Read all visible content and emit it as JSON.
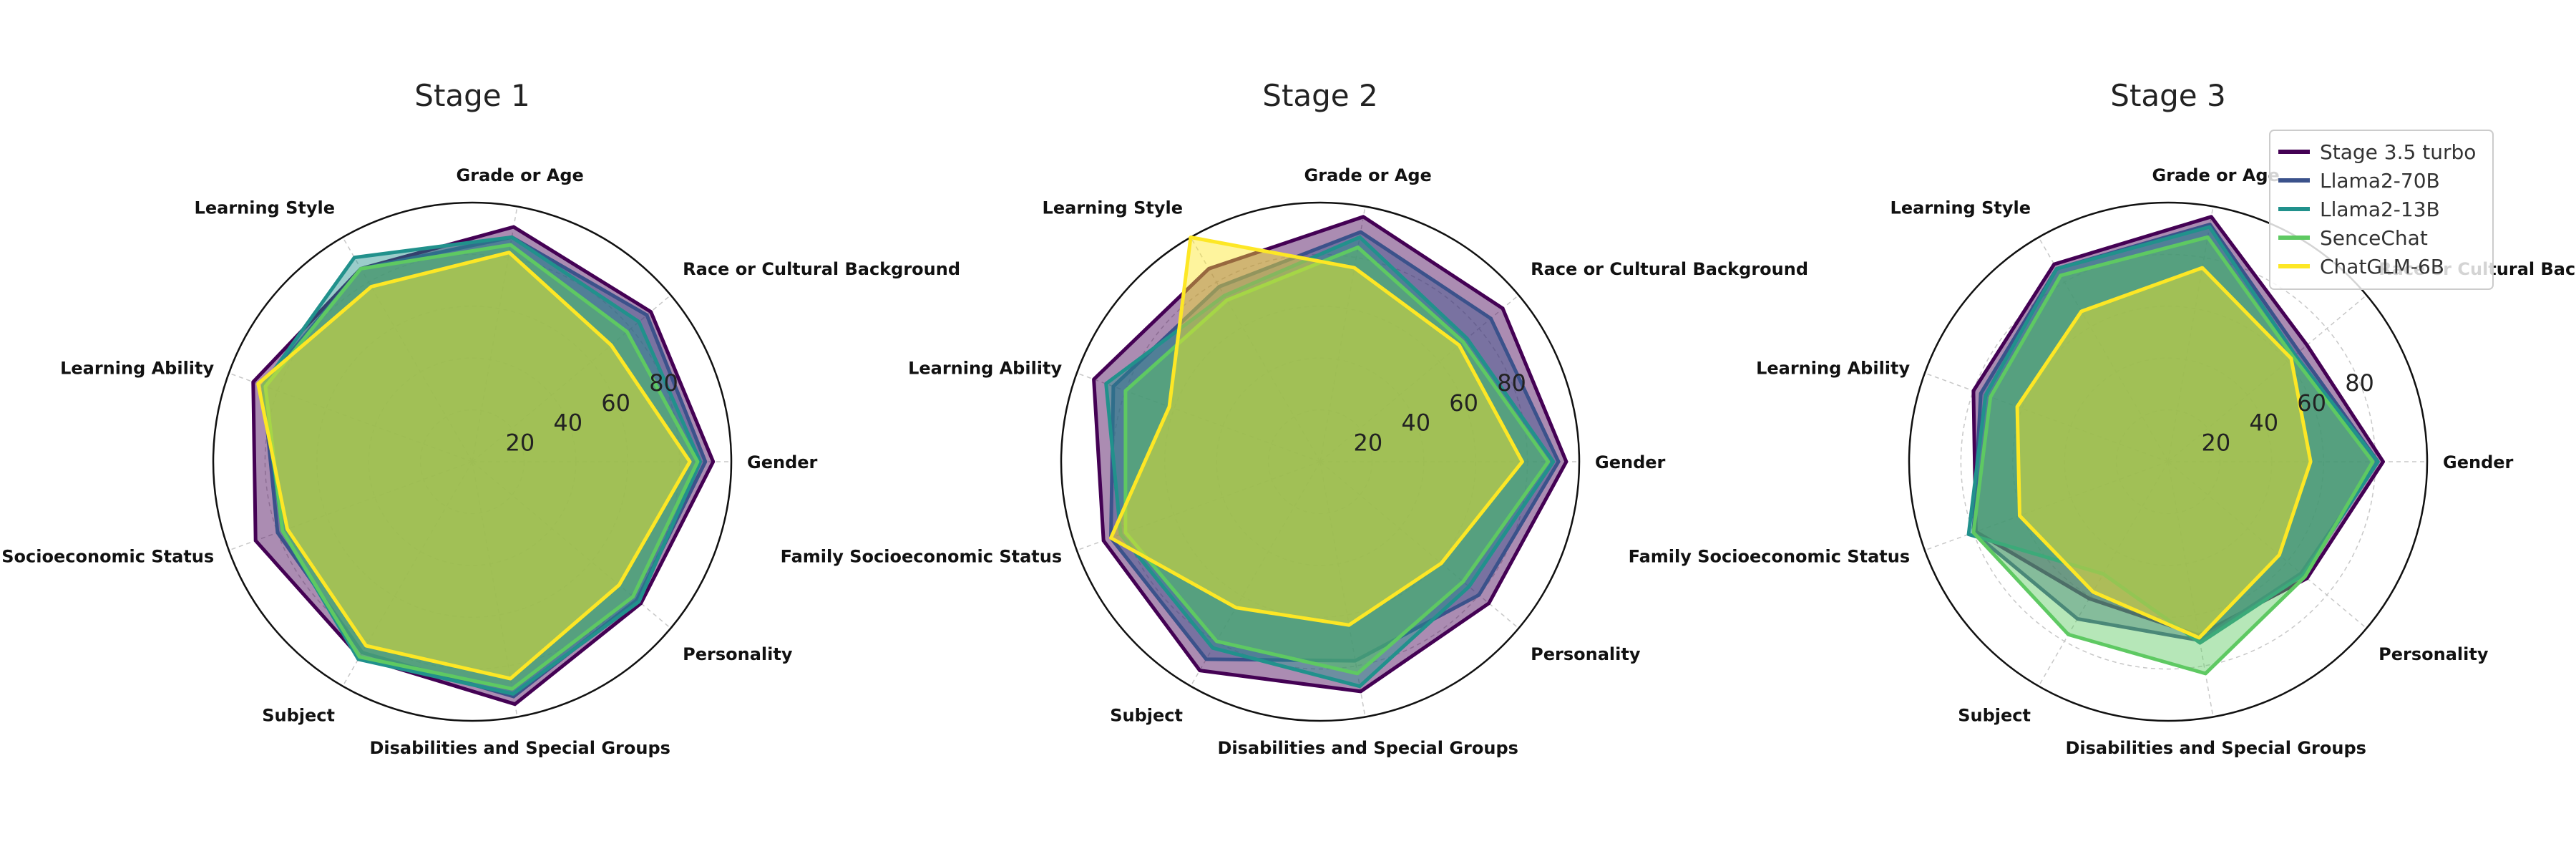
{
  "chart_data": [
    {
      "type": "radar",
      "title": "Stage 1",
      "categories": [
        "Gender",
        "Race or Cultural Background",
        "Grade or Age",
        "Learning Style",
        "Learning Ability",
        "Family Socioeconomic Status",
        "Subject",
        "Disabilities and Special Groups",
        "Personality"
      ],
      "radial_ticks": [
        20,
        40,
        60,
        80
      ],
      "rlim": [
        0,
        100
      ],
      "grid": true,
      "legend": false,
      "series": [
        {
          "name": "Stage 3.5 turbo",
          "values": [
            93,
            90,
            92,
            86,
            90,
            89,
            87,
            95,
            85
          ]
        },
        {
          "name": "Llama2-70B",
          "values": [
            90,
            88,
            88,
            86,
            86,
            80,
            85,
            92,
            83
          ]
        },
        {
          "name": "Llama2-13B",
          "values": [
            88,
            84,
            88,
            91,
            86,
            78,
            88,
            91,
            84
          ]
        },
        {
          "name": "SenceChat",
          "values": [
            87,
            78,
            85,
            86,
            85,
            78,
            87,
            89,
            81
          ]
        },
        {
          "name": "ChatGLM-6B",
          "values": [
            84,
            70,
            82,
            78,
            88,
            76,
            82,
            85,
            74
          ]
        }
      ]
    },
    {
      "type": "radar",
      "title": "Stage 2",
      "categories": [
        "Gender",
        "Race or Cultural Background",
        "Grade or Age",
        "Learning Style",
        "Learning Ability",
        "Family Socioeconomic Status",
        "Subject",
        "Disabilities and Special Groups",
        "Personality"
      ],
      "radial_ticks": [
        20,
        40,
        60,
        80
      ],
      "rlim": [
        0,
        100
      ],
      "grid": true,
      "legend": false,
      "series": [
        {
          "name": "Stage 3.5 turbo",
          "values": [
            95,
            92,
            96,
            86,
            93,
            89,
            93,
            90,
            85
          ]
        },
        {
          "name": "Llama2-70B",
          "values": [
            92,
            86,
            90,
            78,
            85,
            86,
            88,
            78,
            80
          ]
        },
        {
          "name": "Llama2-13B",
          "values": [
            90,
            74,
            88,
            74,
            88,
            82,
            83,
            88,
            75
          ]
        },
        {
          "name": "SenceChat",
          "values": [
            88,
            72,
            84,
            72,
            80,
            80,
            80,
            83,
            72
          ]
        },
        {
          "name": "ChatGLM-6B",
          "values": [
            78,
            70,
            76,
            100,
            62,
            86,
            65,
            64,
            61
          ]
        }
      ]
    },
    {
      "type": "radar",
      "title": "Stage 3",
      "categories": [
        "Gender",
        "Race or Cultural Background",
        "Grade or Age",
        "Learning Style",
        "Learning Ability",
        "Family Socioeconomic Status",
        "Subject",
        "Disabilities and Special Groups",
        "Personality"
      ],
      "radial_ticks": [
        20,
        40,
        60,
        80
      ],
      "rlim": [
        0,
        100
      ],
      "grid": true,
      "legend": true,
      "legend_position": "top-right",
      "series": [
        {
          "name": "Stage 3.5 turbo",
          "values": [
            83,
            70,
            96,
            88,
            80,
            79,
            61,
            68,
            70
          ]
        },
        {
          "name": "Llama2-70B",
          "values": [
            81,
            66,
            93,
            86,
            77,
            80,
            70,
            70,
            67
          ]
        },
        {
          "name": "Llama2-13B",
          "values": [
            81,
            64,
            92,
            86,
            75,
            82,
            50,
            71,
            68
          ]
        },
        {
          "name": "SenceChat",
          "values": [
            79,
            63,
            88,
            83,
            73,
            80,
            77,
            83,
            69
          ]
        },
        {
          "name": "ChatGLM-6B",
          "values": [
            55,
            62,
            76,
            67,
            62,
            61,
            58,
            69,
            56
          ]
        }
      ]
    }
  ],
  "colors": [
    "#440154",
    "#3b528b",
    "#21918c",
    "#5ec962",
    "#fde725"
  ]
}
